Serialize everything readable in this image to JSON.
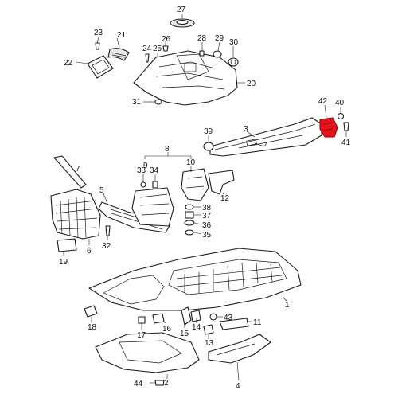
{
  "diagram": {
    "highlight_color": "#e3141b",
    "line_color": "#1a1a1a",
    "highlighted_part": "42",
    "labels": {
      "p1": "1",
      "p2": "2",
      "p3": "3",
      "p4": "4",
      "p5": "5",
      "p6": "6",
      "p7": "7",
      "p8": "8",
      "p9": "9",
      "p10": "10",
      "p11": "11",
      "p12": "12",
      "p13": "13",
      "p14": "14",
      "p15": "15",
      "p16": "16",
      "p17": "17",
      "p18": "18",
      "p19": "19",
      "p20": "20",
      "p21": "21",
      "p22": "22",
      "p23": "23",
      "p24": "24",
      "p25": "25",
      "p26": "26",
      "p27": "27",
      "p28": "28",
      "p29": "29",
      "p30": "30",
      "p31": "31",
      "p32": "32",
      "p33": "33",
      "p34": "34",
      "p35": "35",
      "p36": "36",
      "p37": "37",
      "p38": "38",
      "p39": "39",
      "p40": "40",
      "p41": "41",
      "p42": "42",
      "p43": "43",
      "p44": "44"
    }
  }
}
